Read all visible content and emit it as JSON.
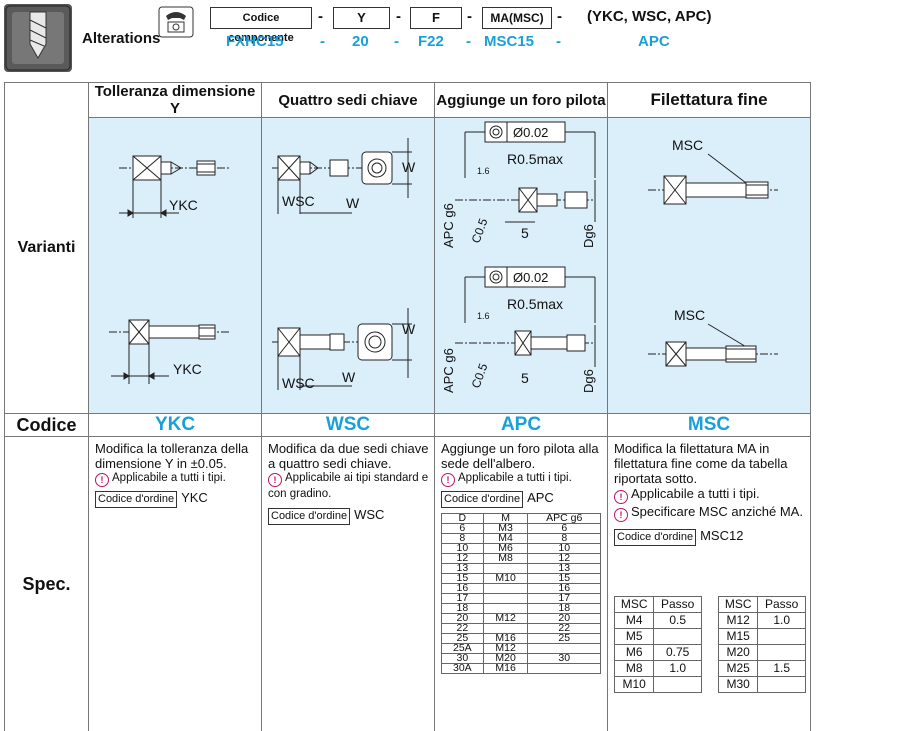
{
  "header": {
    "alterations": "Alterations",
    "codice_componente": "Codice componente",
    "fields": [
      "Y",
      "F",
      "MA(MSC)"
    ],
    "options": "(YKC, WSC, APC)",
    "example": [
      "FXHC15",
      "20",
      "F22",
      "MSC15",
      "APC"
    ],
    "dash": "-"
  },
  "columns": [
    "Tolleranza dimensione Y",
    "Quattro sedi chiave",
    "Aggiunge un foro pilota",
    "Filettatura fine"
  ],
  "rows": {
    "varianti": "Varianti",
    "codice": "Codice",
    "spec": "Spec."
  },
  "codes": [
    "YKC",
    "WSC",
    "APC",
    "MSC"
  ],
  "drawings": {
    "ykc": "YKC",
    "wsc": "WSC",
    "w": "W",
    "msc": "MSC",
    "tol": "Ø0.02",
    "radius": "R0.5max",
    "angle": "1.6",
    "chamfer": "C0.5",
    "five": "5",
    "apc": "APC g6",
    "dg6": "Dg6"
  },
  "spec": {
    "ykc": {
      "text": "Modifica la tolleranza della dimensione Y in ±0.05.",
      "note": "Applicabile a tutti i tipi.",
      "order_label": "Codice d'ordine",
      "order": "YKC"
    },
    "wsc": {
      "text": "Modifica da due sedi chiave a quattro sedi chiave.",
      "note": "Applicabile ai tipi standard e con gradino.",
      "order_label": "Codice d'ordine",
      "order": "WSC"
    },
    "apc": {
      "text": "Aggiunge un foro pilota alla sede dell'albero.",
      "note": "Applicabile a tutti i tipi.",
      "order_label": "Codice d'ordine",
      "order": "APC",
      "table_headers": [
        "D",
        "M",
        "APC g6"
      ],
      "rows": [
        [
          "6",
          "M3",
          "6"
        ],
        [
          "8",
          "M4",
          "8"
        ],
        [
          "10",
          "M6",
          "10"
        ],
        [
          "12",
          "M8",
          "12"
        ],
        [
          "13",
          "",
          "13"
        ],
        [
          "15",
          "M10",
          "15"
        ],
        [
          "16",
          "",
          "16"
        ],
        [
          "17",
          "",
          "17"
        ],
        [
          "18",
          "",
          "18"
        ],
        [
          "20",
          "M12",
          "20"
        ],
        [
          "22",
          "",
          "22"
        ],
        [
          "25",
          "M16",
          "25"
        ],
        [
          "25A",
          "M12",
          ""
        ],
        [
          "30",
          "M20",
          "30"
        ],
        [
          "30A",
          "M16",
          ""
        ]
      ]
    },
    "msc": {
      "text": "Modifica la filettatura MA in filettatura fine come da tabella riportata sotto.",
      "note1": "Applicabile a tutti i tipi.",
      "note2": "Specificare MSC anziché MA.",
      "order_label": "Codice d'ordine",
      "order": "MSC12",
      "passo_headers": [
        "MSC",
        "Passo"
      ],
      "left": [
        [
          "M4",
          "0.5"
        ],
        [
          "M5",
          ""
        ],
        [
          "M6",
          "0.75"
        ],
        [
          "M8",
          "1.0"
        ],
        [
          "M10",
          ""
        ]
      ],
      "right": [
        [
          "M12",
          "1.0"
        ],
        [
          "M15",
          ""
        ],
        [
          "M20",
          ""
        ],
        [
          "M25",
          "1.5"
        ],
        [
          "M30",
          ""
        ]
      ]
    }
  }
}
